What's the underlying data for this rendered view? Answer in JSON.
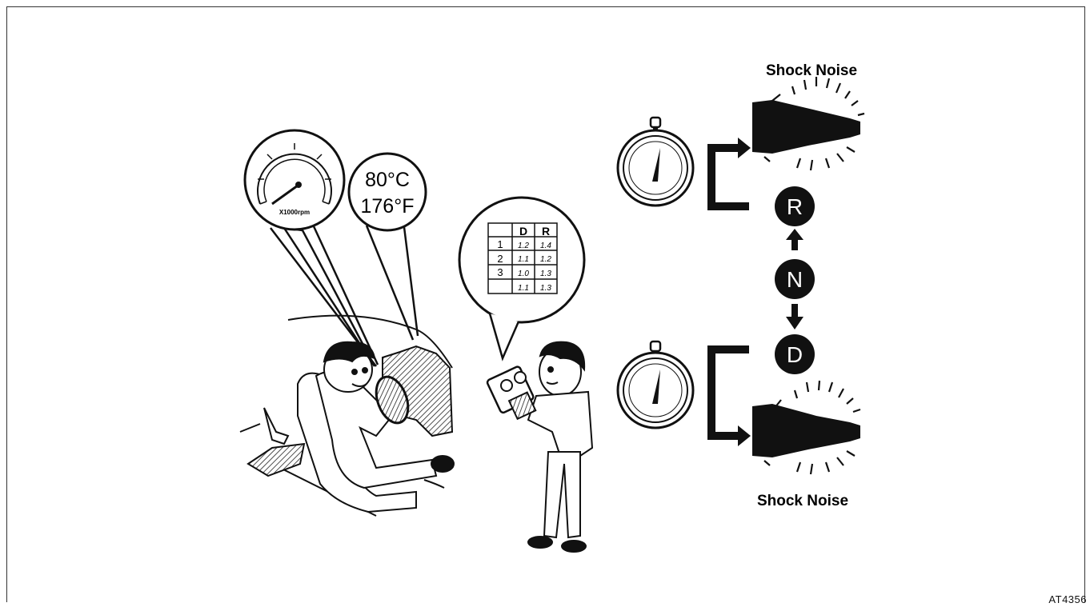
{
  "figure": {
    "id": "AT4356"
  },
  "left_scene": {
    "tachometer_unit": "X1000rpm",
    "temperature_c": "80°C",
    "temperature_f": "176°F",
    "table": {
      "headers": [
        "",
        "D",
        "R"
      ],
      "rows": [
        [
          "1",
          "1.2",
          "1.4"
        ],
        [
          "2",
          "1.1",
          "1.2"
        ],
        [
          "3",
          "1.0",
          "1.3"
        ],
        [
          "",
          "1.1",
          "1.3"
        ]
      ]
    }
  },
  "right_scene": {
    "shock_noise_top": "Shock Noise",
    "shock_noise_bottom": "Shock Noise",
    "gear_r": "R",
    "gear_n": "N",
    "gear_d": "D"
  }
}
